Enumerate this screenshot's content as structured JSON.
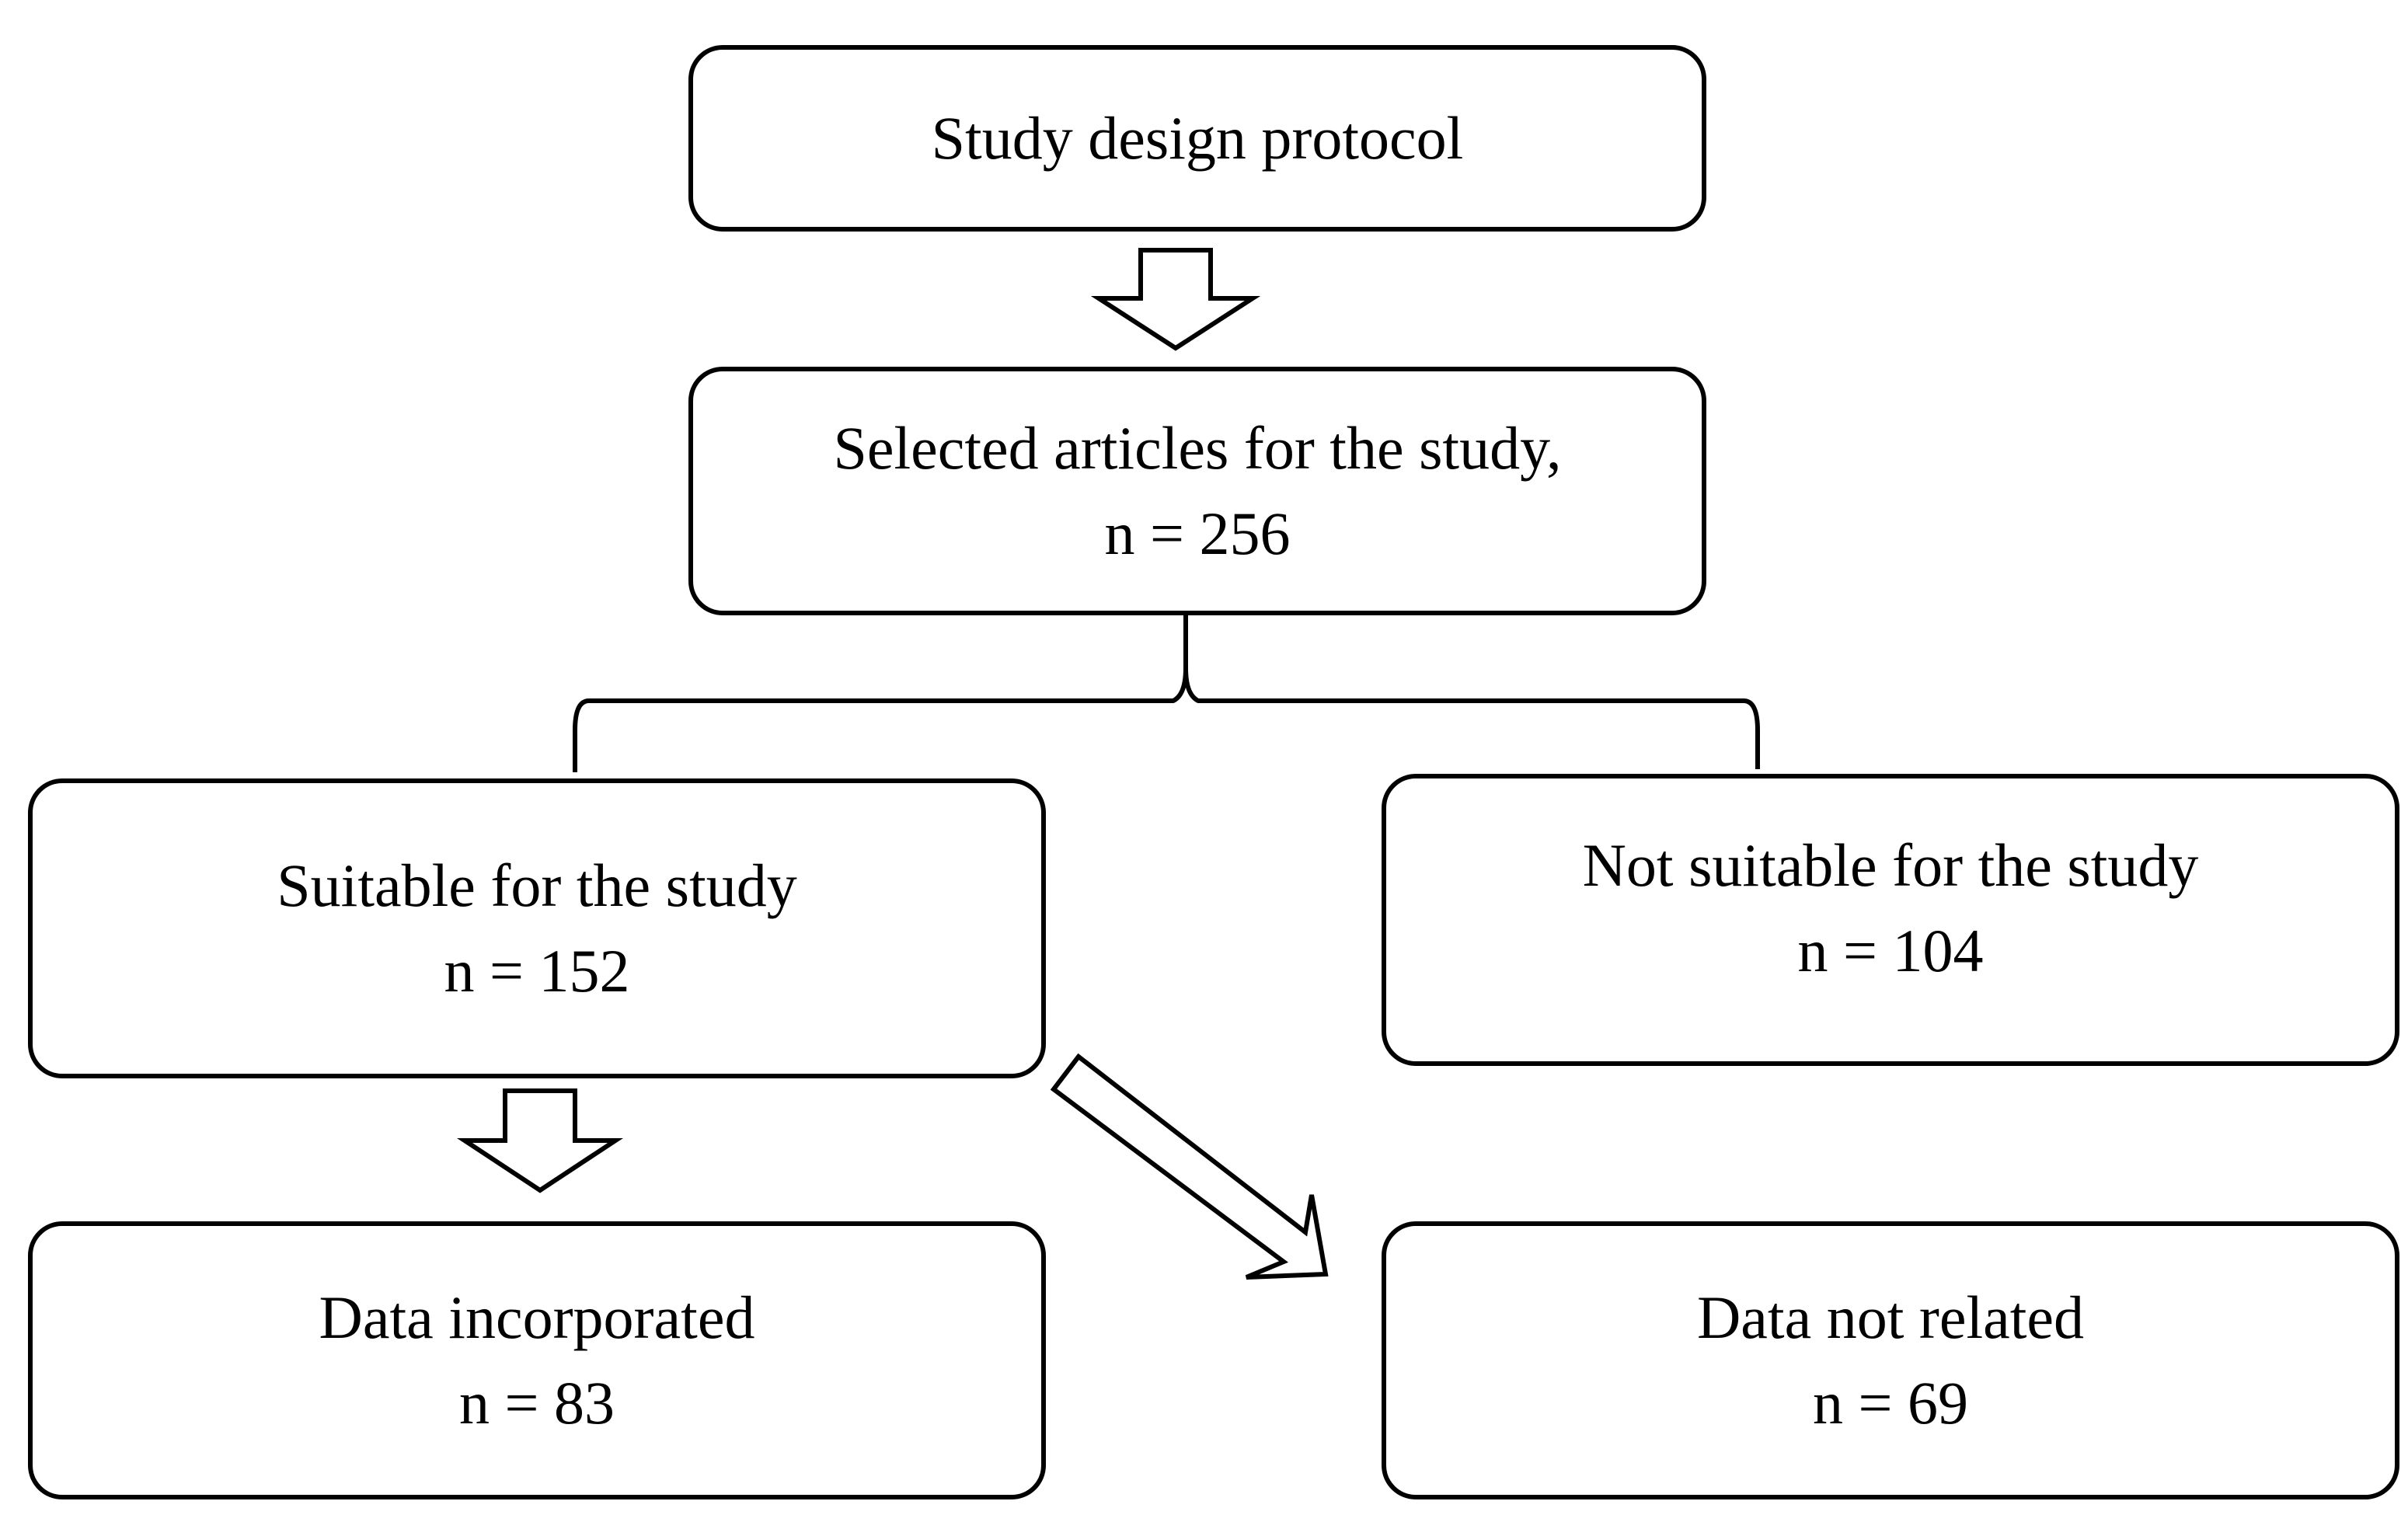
{
  "flow": {
    "protocol": {
      "title": "Study design protocol"
    },
    "selected": {
      "title": "Selected articles for the study,",
      "count": "n = 256"
    },
    "suitable": {
      "title": "Suitable for the study",
      "count": "n = 152"
    },
    "not_suitable": {
      "title": "Not suitable for the study",
      "count": "n = 104"
    },
    "incorporated": {
      "title": "Data incorporated",
      "count": "n = 83"
    },
    "not_related": {
      "title": "Data not related",
      "count": "n = 69"
    }
  },
  "colors": {
    "stroke": "#000000",
    "fill": "#ffffff"
  }
}
